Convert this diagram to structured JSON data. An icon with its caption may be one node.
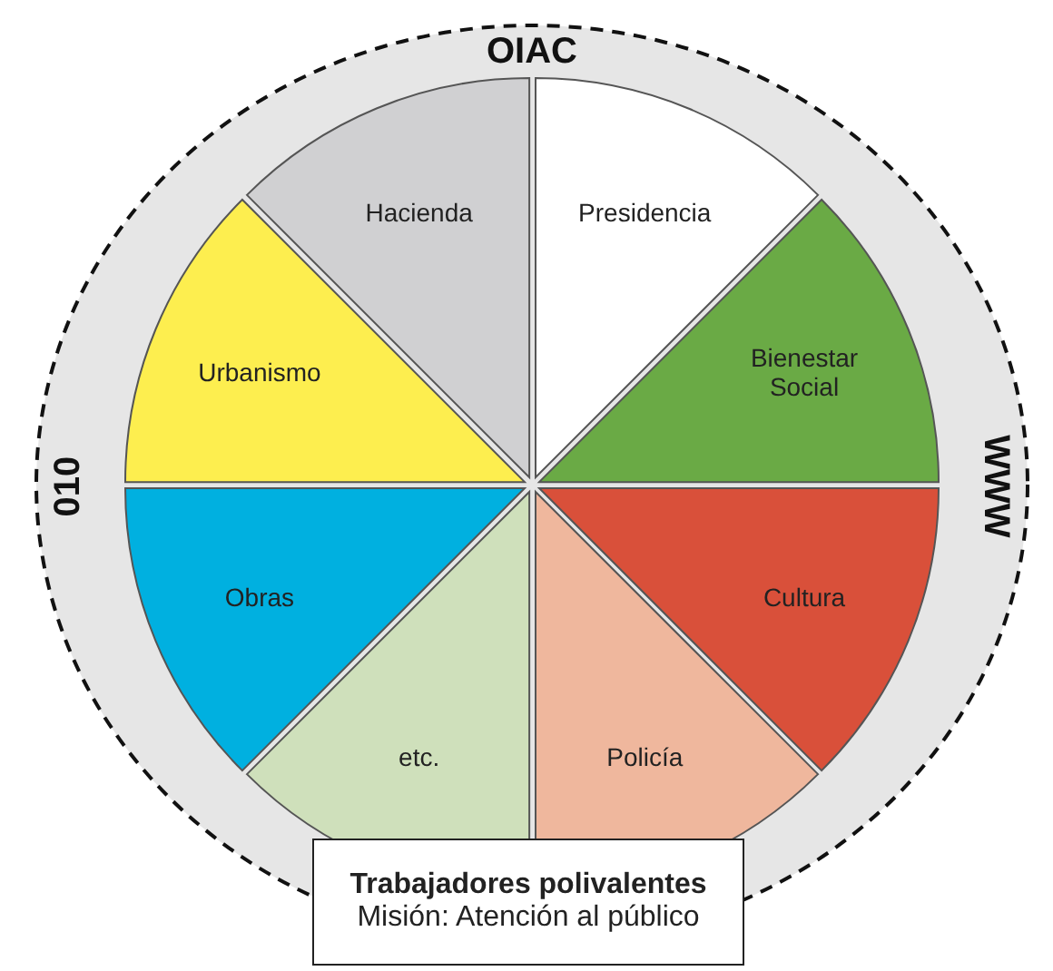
{
  "diagram": {
    "nodes": [
      {
        "text": [
          "OIAC",
          "WWW",
          "010"
        ]
      },
      {
        "text": [
          "Hacienda"
        ],
        "in": 0
      },
      {
        "text": [
          "Presidencia"
        ],
        "in": 0
      },
      {
        "text": [
          "Urbanismo"
        ],
        "in": 0
      },
      {
        "text": [
          "Bienestar Social"
        ],
        "in": 0
      },
      {
        "text": [
          "Obras"
        ],
        "in": 0
      },
      {
        "text": [
          "Cultura"
        ],
        "in": 0
      },
      {
        "text": [
          "etc."
        ],
        "in": 0
      },
      {
        "text": [
          "Policía"
        ],
        "in": 0
      },
      {
        "text": [
          "Trabajadores polivalentes",
          "Misión: Atención al público"
        ]
      }
    ]
  }
}
